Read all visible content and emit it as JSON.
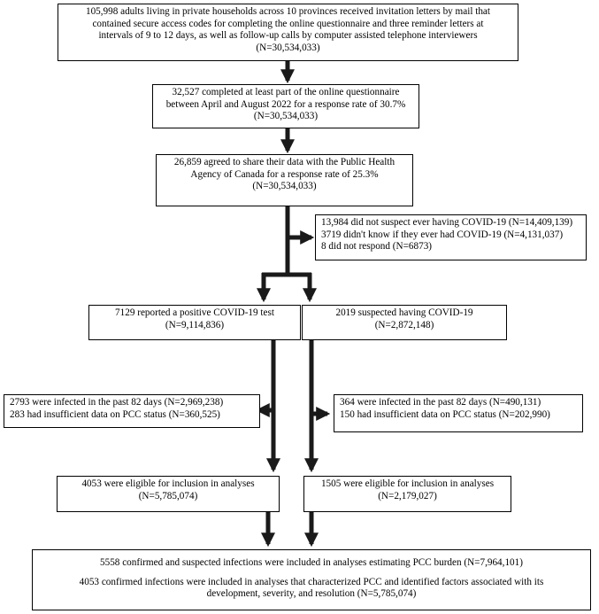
{
  "boxes": {
    "invitation": {
      "lines": [
        "105,998 adults living in private households across 10 provinces received invitation letters by mail that",
        "contained secure access codes for completing the online questionnaire and three reminder letters at",
        "intervals of 9 to 12 days, as well as follow-up calls by computer assisted telephone interviewers",
        "(N=30,534,033)"
      ]
    },
    "completed": {
      "lines": [
        "32,527 completed at least part of the online questionnaire",
        "between April and August 2022 for a response rate of 30.7%",
        "(N=30,534,033)"
      ]
    },
    "agreed": {
      "lines": [
        "26,859 agreed to share their data with the Public Health",
        "Agency of Canada for a response rate of 25.3%",
        "(N=30,534,033)"
      ]
    },
    "excluded_covid": {
      "lines": [
        "13,984 did not suspect ever having COVID-19 (N=14,409,139)",
        "3719 didn't know if they ever had COVID-19 (N=4,131,037)",
        "8 did not respond (N=6873)"
      ]
    },
    "positive_test": {
      "lines": [
        "7129 reported a positive COVID-19 test",
        "(N=9,114,836)"
      ]
    },
    "suspected": {
      "lines": [
        "2019 suspected having COVID-19",
        "(N=2,872,148)"
      ]
    },
    "excluded_left": {
      "lines": [
        "2793 were infected in the past 82 days (N=2,969,238)",
        "283 had insufficient data on PCC status (N=360,525)"
      ]
    },
    "excluded_right": {
      "lines": [
        "364 were infected in the past 82 days (N=490,131)",
        "150 had insufficient data on PCC status (N=202,990)"
      ]
    },
    "eligible_left": {
      "lines": [
        "4053 were eligible for inclusion in analyses",
        "(N=5,785,074)"
      ]
    },
    "eligible_right": {
      "lines": [
        "1505 were eligible for inclusion in analyses",
        "(N=2,179,027)"
      ]
    },
    "final": {
      "para1": "5558 confirmed and suspected infections were included in analyses estimating PCC burden (N=7,964,101)",
      "para2_lines": [
        "4053 confirmed infections were included in analyses that characterized PCC and identified factors associated with its",
        "development, severity, and resolution (N=5,785,074)"
      ]
    }
  },
  "colors": {
    "stroke": "#000000",
    "arrow": "#1a1a1a"
  }
}
